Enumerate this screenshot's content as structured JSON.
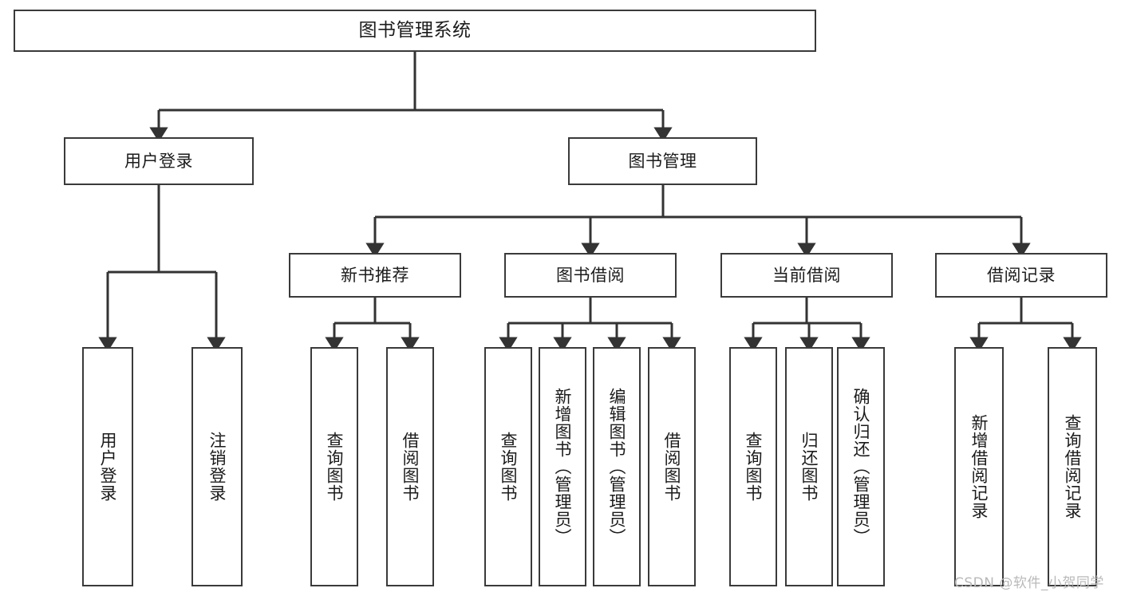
{
  "diagram": {
    "type": "functional-structure-tree",
    "title": "图书管理系统",
    "background_color": "#ffffff",
    "box_border_color": "#3a3a3a",
    "connector_color": "#333333",
    "text_color": "#1b1b1b",
    "levels": {
      "root": {
        "label": "图书管理系统"
      },
      "level2": [
        {
          "id": "user-login",
          "label": "用户登录"
        },
        {
          "id": "book-management",
          "label": "图书管理"
        }
      ],
      "level3": [
        {
          "id": "new-book-recommend",
          "label": "新书推荐"
        },
        {
          "id": "book-borrow",
          "label": "图书借阅"
        },
        {
          "id": "current-borrow",
          "label": "当前借阅"
        },
        {
          "id": "borrow-record",
          "label": "借阅记录"
        }
      ],
      "leaves": {
        "user-login": [
          {
            "id": "leaf-user-login",
            "label": "用户登录"
          },
          {
            "id": "leaf-logout-login",
            "label": "注销登录"
          }
        ],
        "new-book-recommend": [
          {
            "id": "leaf-query-book-1",
            "label": "查询图书"
          },
          {
            "id": "leaf-borrow-book-1",
            "label": "借阅图书"
          }
        ],
        "book-borrow": [
          {
            "id": "leaf-query-book-2",
            "label": "查询图书"
          },
          {
            "id": "leaf-add-book",
            "label": "新增图书（管理员）"
          },
          {
            "id": "leaf-edit-book",
            "label": "编辑图书（管理员）"
          },
          {
            "id": "leaf-borrow-book-2",
            "label": "借阅图书"
          }
        ],
        "current-borrow": [
          {
            "id": "leaf-query-book-3",
            "label": "查询图书"
          },
          {
            "id": "leaf-return-book",
            "label": "归还图书"
          },
          {
            "id": "leaf-confirm-return",
            "label": "确认归还（管理员）"
          }
        ],
        "borrow-record": [
          {
            "id": "leaf-add-record",
            "label": "新增借阅记录"
          },
          {
            "id": "leaf-query-record",
            "label": "查询借阅记录"
          }
        ]
      }
    },
    "watermark": "CSDN @软件_小贺同学"
  }
}
